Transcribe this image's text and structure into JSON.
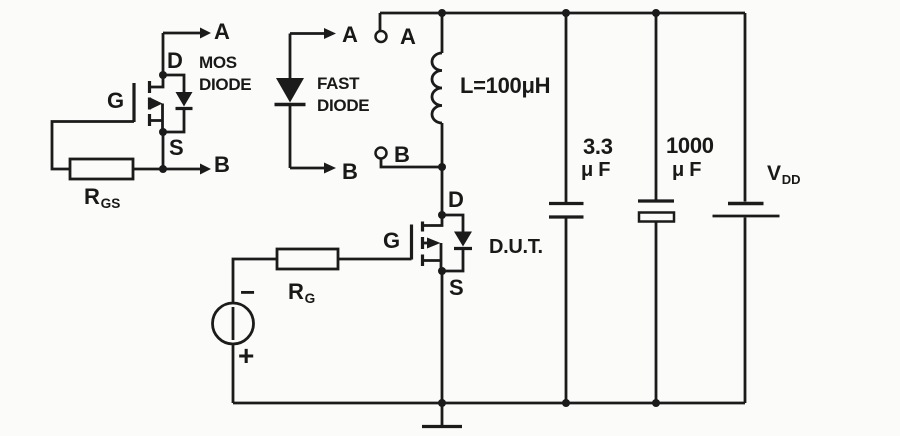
{
  "diagram": {
    "title": "gate-charge-test-circuit",
    "colors": {
      "line": "#1b1b1b",
      "background": "#fbfbf9"
    },
    "mos_diode": {
      "terminal_a": "A",
      "terminal_b": "B",
      "drain": "D",
      "source": "S",
      "gate": "G",
      "name_line1": "MOS",
      "name_line2": "DIODE",
      "resistor_main": "R",
      "resistor_sub": "GS"
    },
    "fast_diode": {
      "terminal_a": "A",
      "terminal_b": "B",
      "name_line1": "FAST",
      "name_line2": "DIODE"
    },
    "main": {
      "terminal_a": "A",
      "terminal_b": "B",
      "inductor_label": "L=100μH",
      "drain": "D",
      "gate": "G",
      "source": "S",
      "dut_label": "D.U.T.",
      "gate_resistor_main": "R",
      "gate_resistor_sub": "G",
      "cap1_value": "3.3",
      "cap1_unit": "μ F",
      "cap2_value": "1000",
      "cap2_unit": "μ F",
      "supply_main": "V",
      "supply_sub": "DD",
      "source_minus": "−",
      "source_plus": "+"
    }
  }
}
